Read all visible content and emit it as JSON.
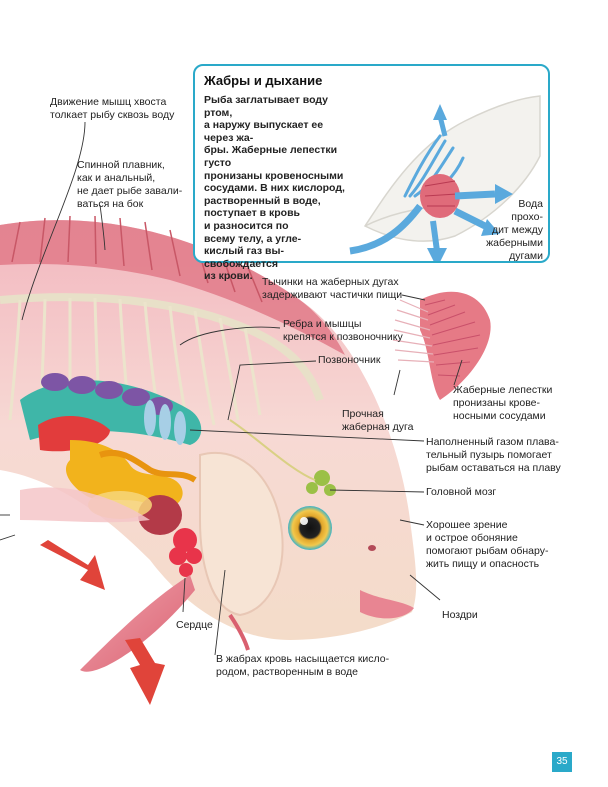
{
  "gills_box": {
    "title": "Жабры и дыхание",
    "text": "Рыба заглатывает воду ртом,\nа наружу выпускает ее через жа-\nбры. Жаберные лепестки густо\nпронизаны кровеносными\nсосудами. В них кислород,\nрастворенный в воде,\nпоступает в кровь\nи разносится по\nвсему телу, а угле-\nкислый газ вы-\nсвобождается\nиз крови.",
    "water_label": "Вода\nпрохо-\nдит между\nжаберными\nдугами"
  },
  "labels": {
    "tail_muscles": "Движение мышц хвоста\nтолкает рыбу сквозь воду",
    "dorsal_fin": "Спинной плавник,\nкак и анальный,\nне дает рыбе завали-\nваться на бок",
    "gill_rakers": "Тычинки на жаберных дугах\nзадерживают частички пищи",
    "ribs": "Ребра и мышцы\nкрепятся к позвоночнику",
    "spine": "Позвоночник",
    "gill_arch": "Прочная\nжаберная дуга",
    "gill_filaments": "Жаберные лепестки\nпронизаны крове-\nносными сосудами",
    "swim_bladder": "Наполненный газом плава-\nтельный пузырь помогает\nрыбам оставаться на плаву",
    "brain": "Головной мозг",
    "vision": "Хорошее зрение\nи острое обоняние\nпомогают рыбам обнару-\nжить пищу и опасность",
    "nostrils": "Ноздри",
    "heart": "Сердце",
    "gills_blood": "В жабрах кровь насыщается кисло-\nродом, растворенным в воде"
  },
  "page_number": "35",
  "colors": {
    "accent": "#2aa9c9",
    "muscle": "#e88a96",
    "arrow_red": "#e0443a",
    "water_blue": "#5aa9dd"
  }
}
